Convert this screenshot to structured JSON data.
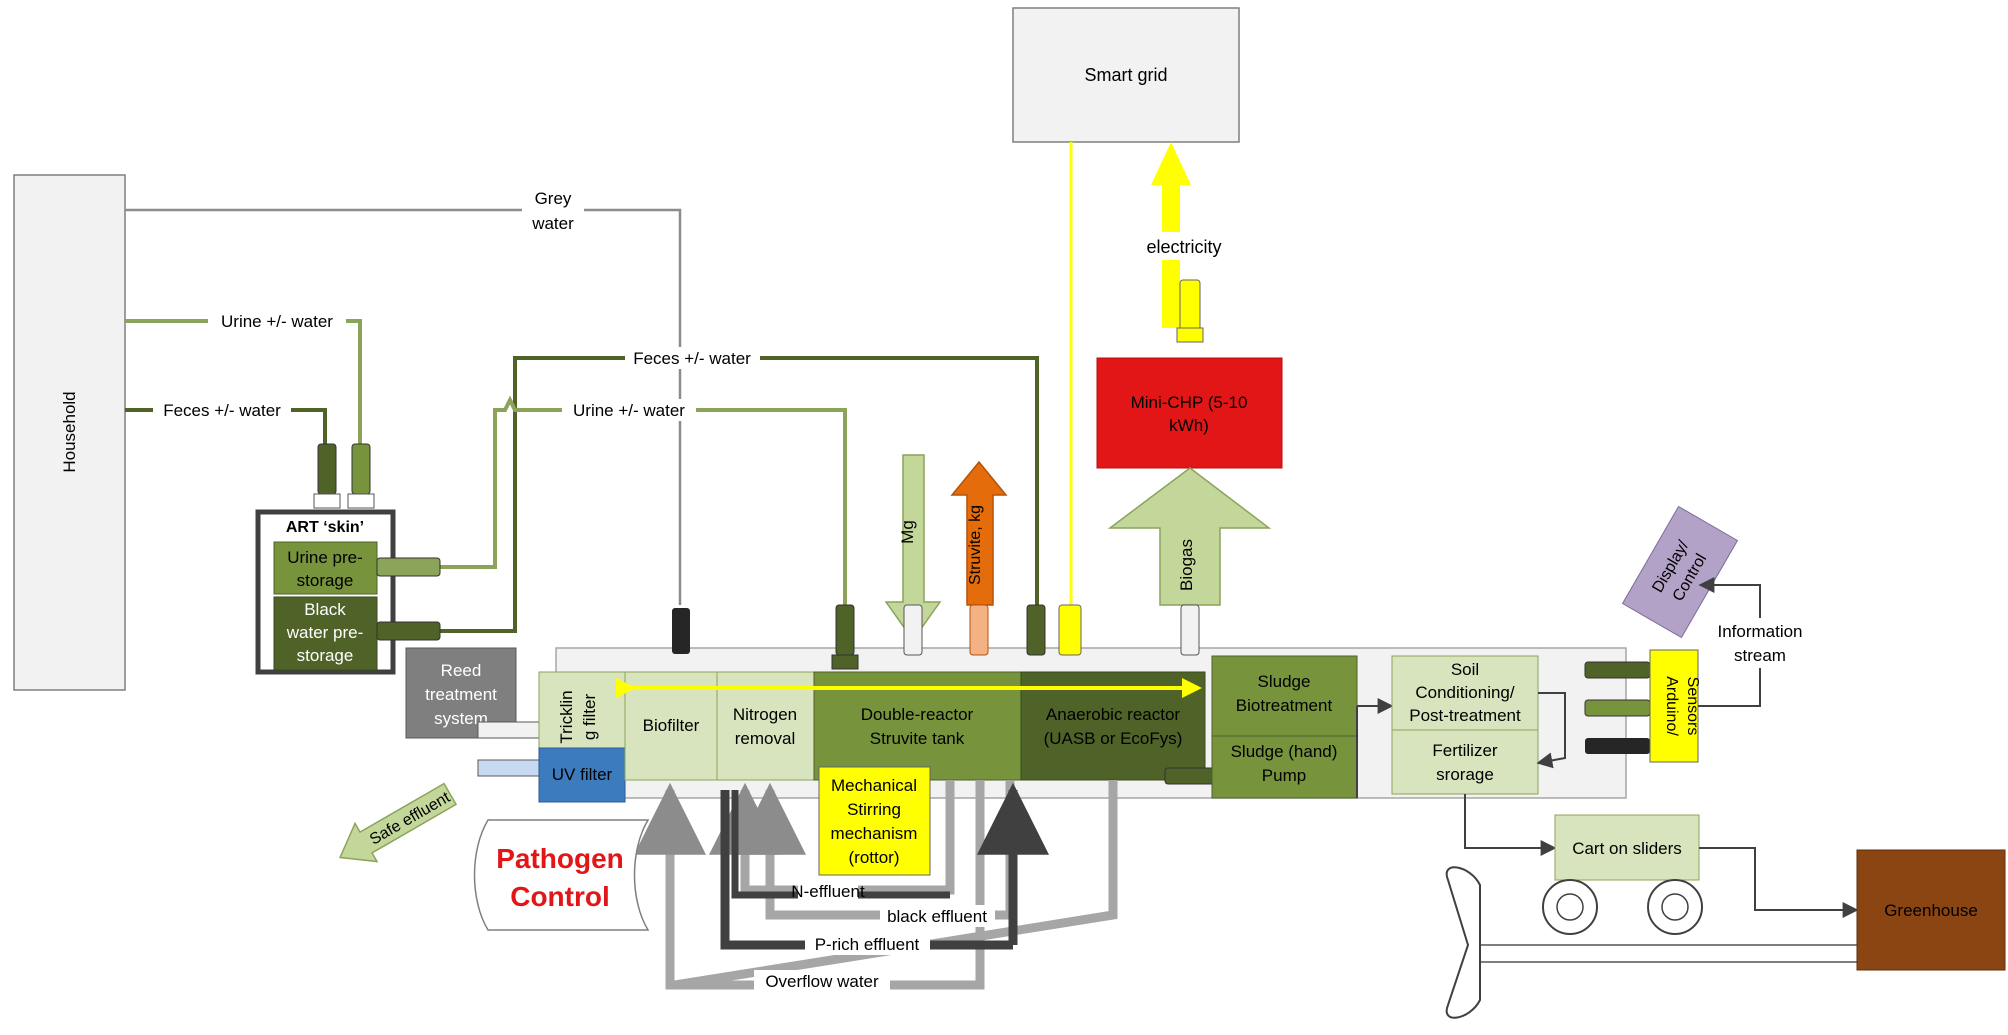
{
  "labels": {
    "household": "Household",
    "smart_grid": "Smart grid",
    "grey_water_1": "Grey",
    "grey_water_2": "water",
    "urine_water_a": "Urine +/- water",
    "feces_water_a": "Feces +/- water",
    "feces_water_b": "Feces +/- water",
    "urine_water_b": "Urine +/- water",
    "art_skin": "ART ‘skin’",
    "urine_prestorage_1": "Urine pre-",
    "urine_prestorage_2": "storage",
    "black_water_1": "Black",
    "black_water_2": "water pre-",
    "black_water_3": "storage",
    "electricity": "electricity",
    "mini_chp_1": "Mini-CHP (5-10",
    "mini_chp_2": "kWh)",
    "biogas": "Biogas",
    "mg": "Mg",
    "struvite": "Struvite, kg",
    "reed_1": "Reed",
    "reed_2": "treatment",
    "reed_3": "system",
    "trickling_1": "Tricklin",
    "trickling_2": "g filter",
    "biofilter": "Biofilter",
    "nitrogen_1": "Nitrogen",
    "nitrogen_2": "removal",
    "double_reactor_1": "Double-reactor",
    "double_reactor_2": "Struvite tank",
    "anaerobic_1": "Anaerobic reactor",
    "anaerobic_2": "(UASB or EcoFys)",
    "sludge_bio_1": "Sludge",
    "sludge_bio_2": "Biotreatment",
    "sludge_pump_1": "Sludge (hand)",
    "sludge_pump_2": "Pump",
    "soil_1": "Soil",
    "soil_2": "Conditioning/",
    "soil_3": "Post-treatment",
    "fert_1": "Fertilizer",
    "fert_2": "srorage",
    "uv_filter": "UV filter",
    "safe_effluent": "Safe effluent",
    "pathogen_1": "Pathogen",
    "pathogen_2": "Control",
    "stirring_1": "Mechanical",
    "stirring_2": "Stirring",
    "stirring_3": "mechanism",
    "stirring_4": "(rottor)",
    "n_effluent": "N-effluent",
    "black_effluent": "black effluent",
    "p_rich_effluent": "P-rich effluent",
    "overflow_water": "Overflow water",
    "display_1": "Display/",
    "display_2": "Control",
    "info_1": "Information",
    "info_2": "stream",
    "arduino_1": "Arduino/",
    "arduino_2": "Sensors",
    "cart": "Cart on sliders",
    "greenhouse": "Greenhouse"
  },
  "colors": {
    "light_green": "#8ca35a",
    "dark_green": "#4f6228",
    "mid_green": "#77933c",
    "pale_green": "#d7e4bd",
    "yellow": "#ffff00",
    "red": "#e21616",
    "orange": "#e46c0a",
    "blue": "#3d7bbf",
    "purple": "#b3a2c7",
    "brown": "#8b4513",
    "grey_pipe": "#a6a6a6",
    "dark_pipe": "#3f3f3f"
  }
}
